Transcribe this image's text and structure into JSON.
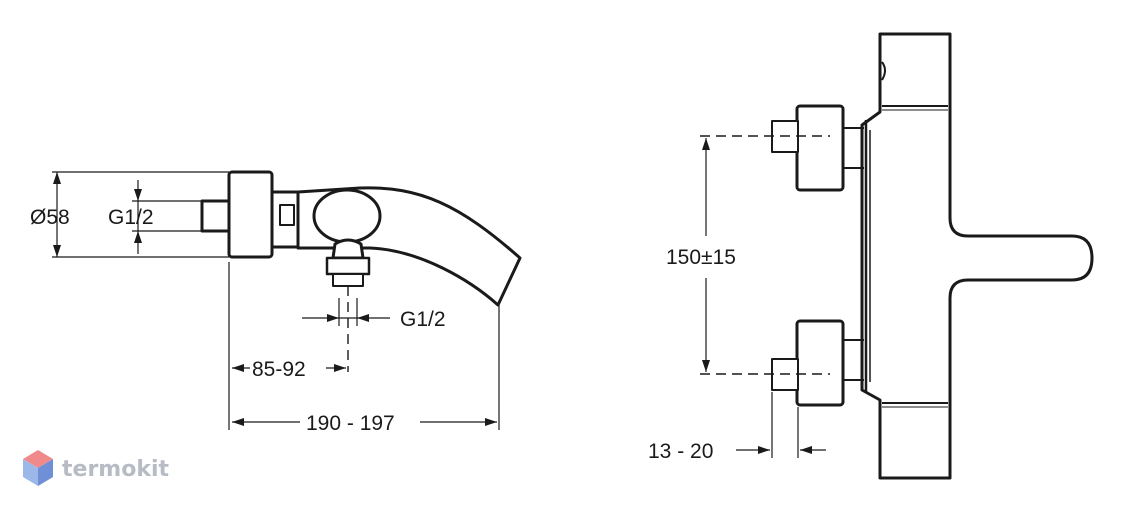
{
  "side_view": {
    "diameter_label": "Ø58",
    "inlet_thread_label": "G1/2",
    "outlet_thread_label": "G1/2",
    "dim_85_92": "85-92",
    "dim_190_197": "190 - 197"
  },
  "front_view": {
    "spacing_label": "150±15",
    "offset_label": "13 - 20"
  },
  "watermark": {
    "brand": "termokit",
    "colors": {
      "top": "#f08a8a",
      "left": "#9bb8e8",
      "right": "#6f8fd6"
    }
  }
}
